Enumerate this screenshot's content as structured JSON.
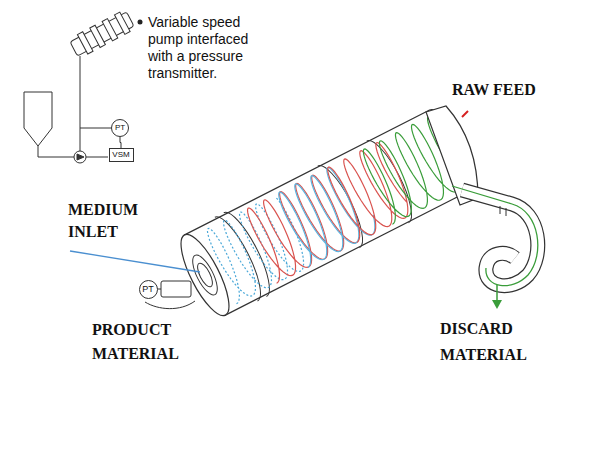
{
  "diagram": {
    "nodes": [
      {
        "text": [
          "PT"
        ]
      },
      {
        "text": [
          "VSM"
        ]
      },
      {
        "text": [
          "PT"
        ]
      }
    ],
    "edges": [
      {
        "from": 0,
        "to": 1,
        "arrow": "none"
      }
    ],
    "labels": [
      "Variable speed pump interfaced with a pressure transmitter.",
      "RAW FEED",
      "MEDIUM INLET",
      "PRODUCT MATERIAL",
      "DISCARD MATERIAL"
    ]
  }
}
